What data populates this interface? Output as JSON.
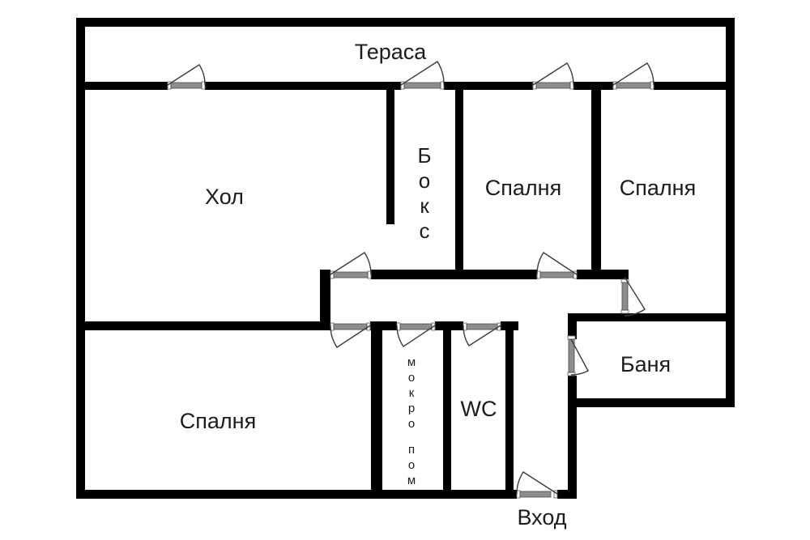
{
  "title": "Floor plan",
  "colors": {
    "background": "#ffffff",
    "wall": "#000000",
    "door_leaf": "#8d8d8d",
    "door_arc": "#3c3c3c",
    "label": "#1c1c1c"
  },
  "rooms": [
    {
      "id": "terasa",
      "label": "Тераса"
    },
    {
      "id": "hol",
      "label": "Хол"
    },
    {
      "id": "boks",
      "label": "Бокс"
    },
    {
      "id": "spalnya-top-middle",
      "label": "Спалня"
    },
    {
      "id": "spalnya-top-right",
      "label": "Спалня"
    },
    {
      "id": "spalnya-bottom-left",
      "label": "Спалня"
    },
    {
      "id": "mokro-pom",
      "label": "мокро пом"
    },
    {
      "id": "wc",
      "label": "WC"
    },
    {
      "id": "banya",
      "label": "Баня"
    },
    {
      "id": "vhod",
      "label": "Вход"
    }
  ]
}
